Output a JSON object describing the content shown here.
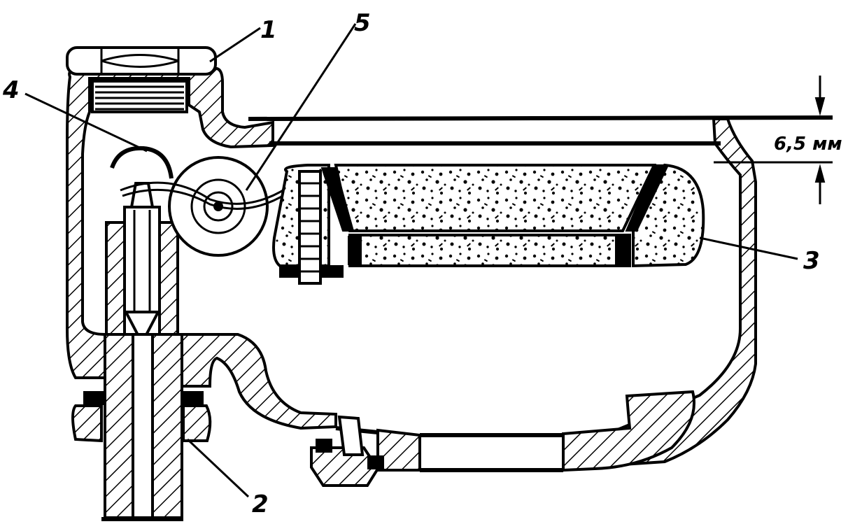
{
  "figure": {
    "labels": {
      "cover_nut": "1",
      "inlet_fitting": "2",
      "float": "3",
      "needle_clip": "4",
      "float_axle": "5"
    },
    "dimension": {
      "value_text": "6,5 мм"
    }
  }
}
